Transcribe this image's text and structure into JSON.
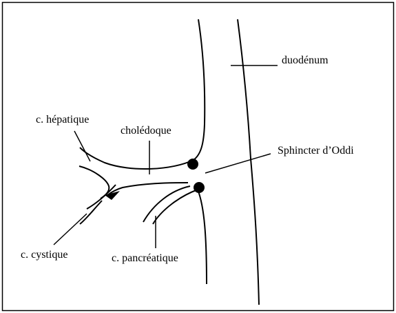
{
  "labels": {
    "duodenum": "duodénum",
    "hepatique": "c. hépatique",
    "choledoque": "cholédoque",
    "sphincter": "Sphincter d’Oddi",
    "cystique": "c. cystique",
    "pancreatique": "c. pancréatique"
  },
  "colors": {
    "stroke": "#000000",
    "background": "#ffffff"
  }
}
